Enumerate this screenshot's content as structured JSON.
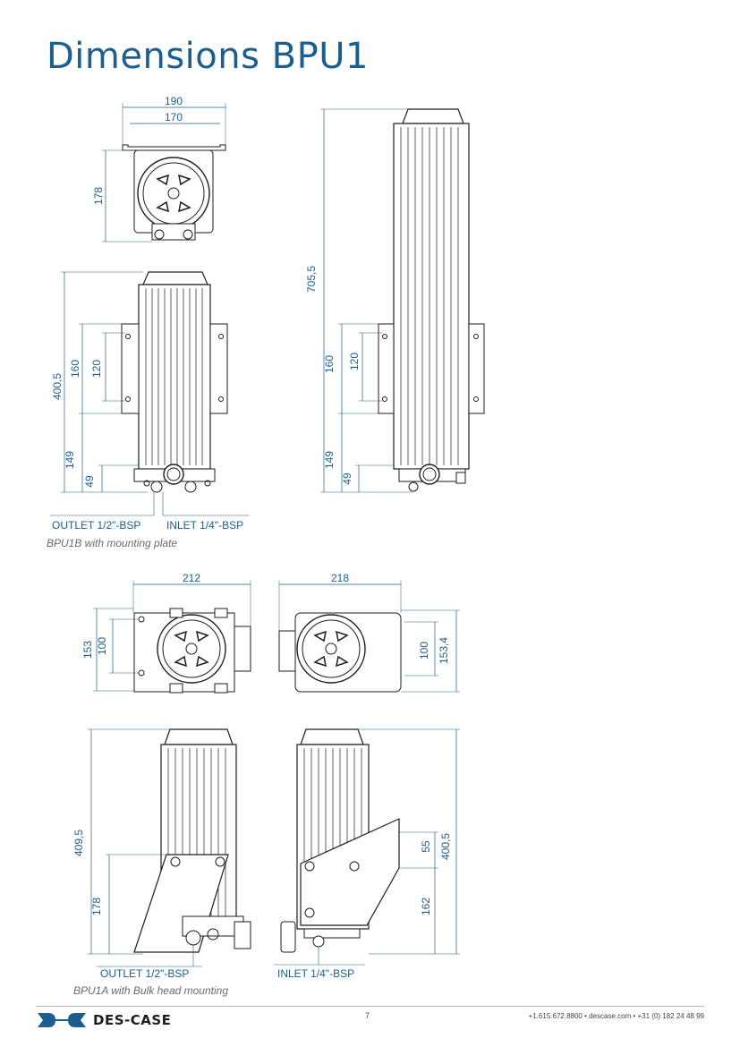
{
  "page": {
    "title": "Dimensions BPU1",
    "page_number": "7",
    "contact": "+1.615.672.8800 •  descase.com  •  +31 (0) 182 24 48 99",
    "logo": "DES-CASE"
  },
  "bpu1b": {
    "top_view": {
      "width_outer": "190",
      "width_inner": "170",
      "height": "178"
    },
    "front_view": {
      "total": "400,5",
      "h160": "160",
      "h120": "120",
      "h149": "149",
      "h49": "49"
    },
    "side_view": {
      "total": "705,5",
      "h160": "160",
      "h120": "120",
      "h149": "149",
      "h49": "49"
    },
    "outlet_label": "OUTLET 1/2\"-BSP",
    "inlet_label": "INLET 1/4\"-BSP",
    "caption": "BPU1B with mounting plate"
  },
  "bpu1a": {
    "top_left": {
      "width": "212",
      "h153": "153",
      "h100": "100"
    },
    "top_right": {
      "width": "218",
      "h100": "100",
      "h153_4": "153,4"
    },
    "front_view": {
      "total": "409,5",
      "h178": "178"
    },
    "side_view": {
      "total": "400,5",
      "h55": "55",
      "h162": "162"
    },
    "outlet_label": "OUTLET 1/2\"-BSP",
    "inlet_label": "INLET 1/4\"-BSP",
    "caption": "BPU1A with Bulk head mounting"
  },
  "colors": {
    "accent": "#1b5e8f",
    "line": "#1d1d1b"
  },
  "icons": [
    "des-case-logo-icon"
  ]
}
